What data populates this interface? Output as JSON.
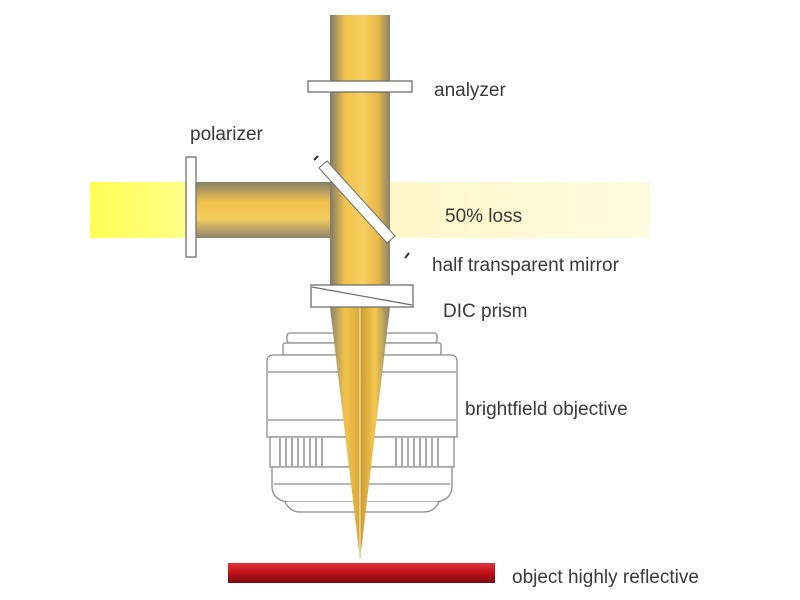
{
  "labels": {
    "analyzer": "analyzer",
    "polarizer": "polarizer",
    "loss": "50% loss",
    "mirror": "half transparent mirror",
    "prism": "DIC prism",
    "objective": "brightfield objective",
    "object": "object highly reflective"
  },
  "colors": {
    "beam_yellow": "#ffff66",
    "beam_gold": "#f5c040",
    "beam_shadow": "#8a8060",
    "object_red": "#c0101c",
    "outline": "#6f6f6f"
  }
}
